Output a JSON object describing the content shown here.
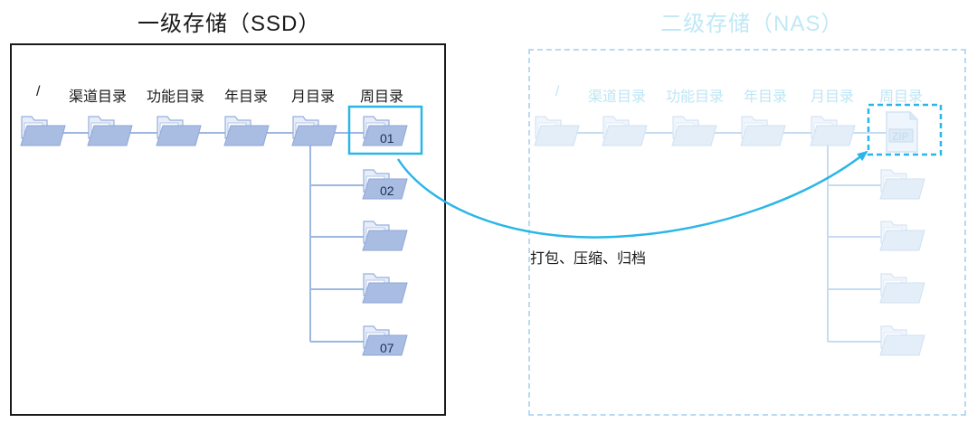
{
  "titles": {
    "primary": "一级存储（SSD）",
    "secondary": "二级存储（NAS）"
  },
  "primary_storage": {
    "headers": [
      "/",
      "渠道目录",
      "功能目录",
      "年目录",
      "月目录",
      "周目录"
    ],
    "week_folders": [
      "01",
      "02",
      "",
      "",
      "07"
    ]
  },
  "secondary_storage": {
    "headers": [
      "/",
      "渠道目录",
      "功能目录",
      "年目录",
      "月目录",
      "周目录"
    ],
    "archive_label": "ZIP"
  },
  "transfer": {
    "label": "打包、压缩、归档"
  },
  "colors": {
    "folder_fill": "#a9bde2",
    "folder_back": "#dde6f5",
    "folder_stroke": "#8ea6d6",
    "line": "#9cb8e2",
    "highlight": "#2ab6e8",
    "faded_folder_fill": "#e3eef9",
    "faded_stroke": "#cfe1f2",
    "faded_line": "#c7dcf1"
  },
  "icons": [
    "folder-icon",
    "zip-file-icon",
    "arrow-icon"
  ]
}
